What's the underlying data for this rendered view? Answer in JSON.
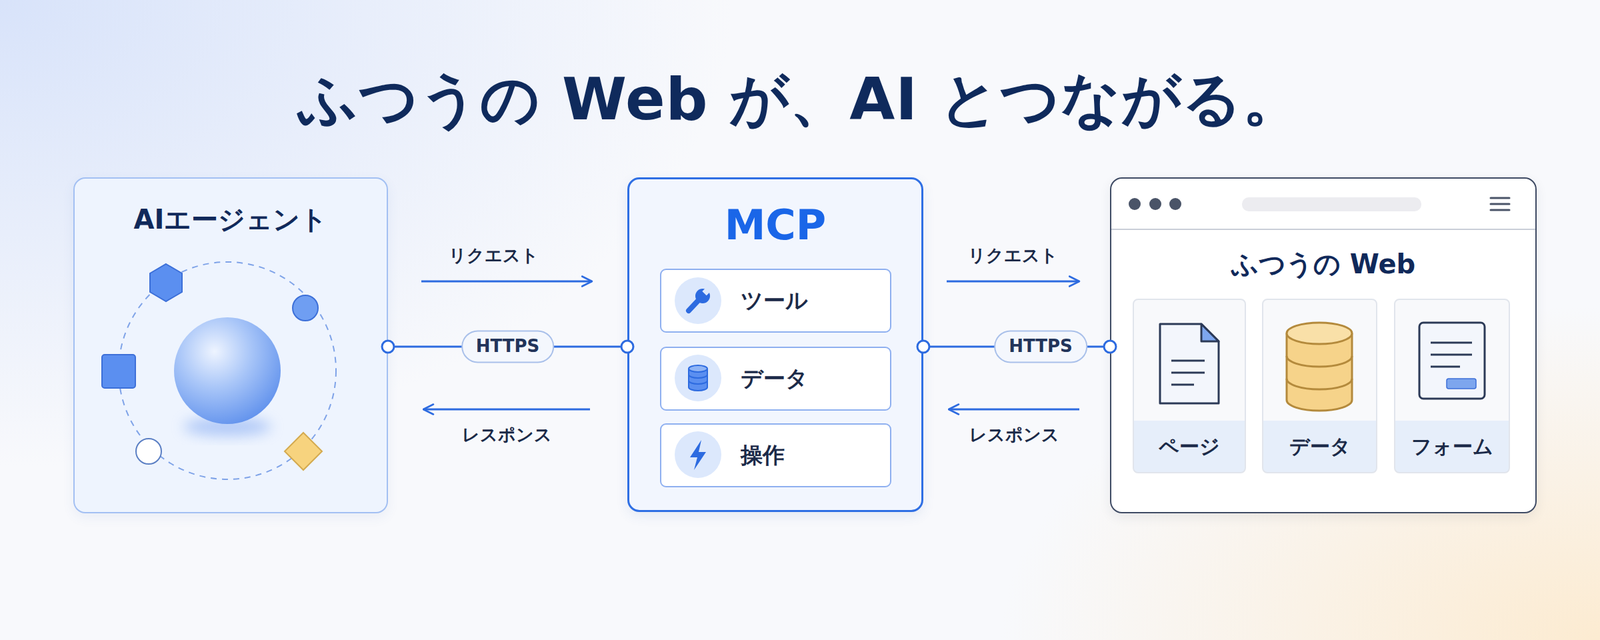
{
  "diagram": {
    "title": "ふつうの Web が、AI とつながる。",
    "nodes": [
      {
        "text": [
          "AIエージェント"
        ]
      },
      {
        "text": [
          "MCP"
        ]
      },
      {
        "text": [
          "ツール"
        ],
        "in": 1
      },
      {
        "text": [
          "データ"
        ],
        "in": 1
      },
      {
        "text": [
          "操作"
        ],
        "in": 1
      },
      {
        "text": [
          "ふつうの Web"
        ]
      },
      {
        "text": [
          "ページ"
        ],
        "in": 5
      },
      {
        "text": [
          "データ"
        ],
        "in": 5
      },
      {
        "text": [
          "フォーム"
        ],
        "in": 5
      }
    ],
    "edges": [
      {
        "from": 0,
        "to": 1,
        "label": "リクエスト",
        "arrow": "to"
      },
      {
        "from": 0,
        "to": 1,
        "label": "HTTPS",
        "arrow": "none"
      },
      {
        "from": 1,
        "to": 0,
        "label": "レスポンス",
        "arrow": "to"
      },
      {
        "from": 1,
        "to": 5,
        "label": "リクエスト",
        "arrow": "to"
      },
      {
        "from": 1,
        "to": 5,
        "label": "HTTPS",
        "arrow": "none"
      },
      {
        "from": 5,
        "to": 1,
        "label": "レスポンス",
        "arrow": "to"
      }
    ]
  }
}
